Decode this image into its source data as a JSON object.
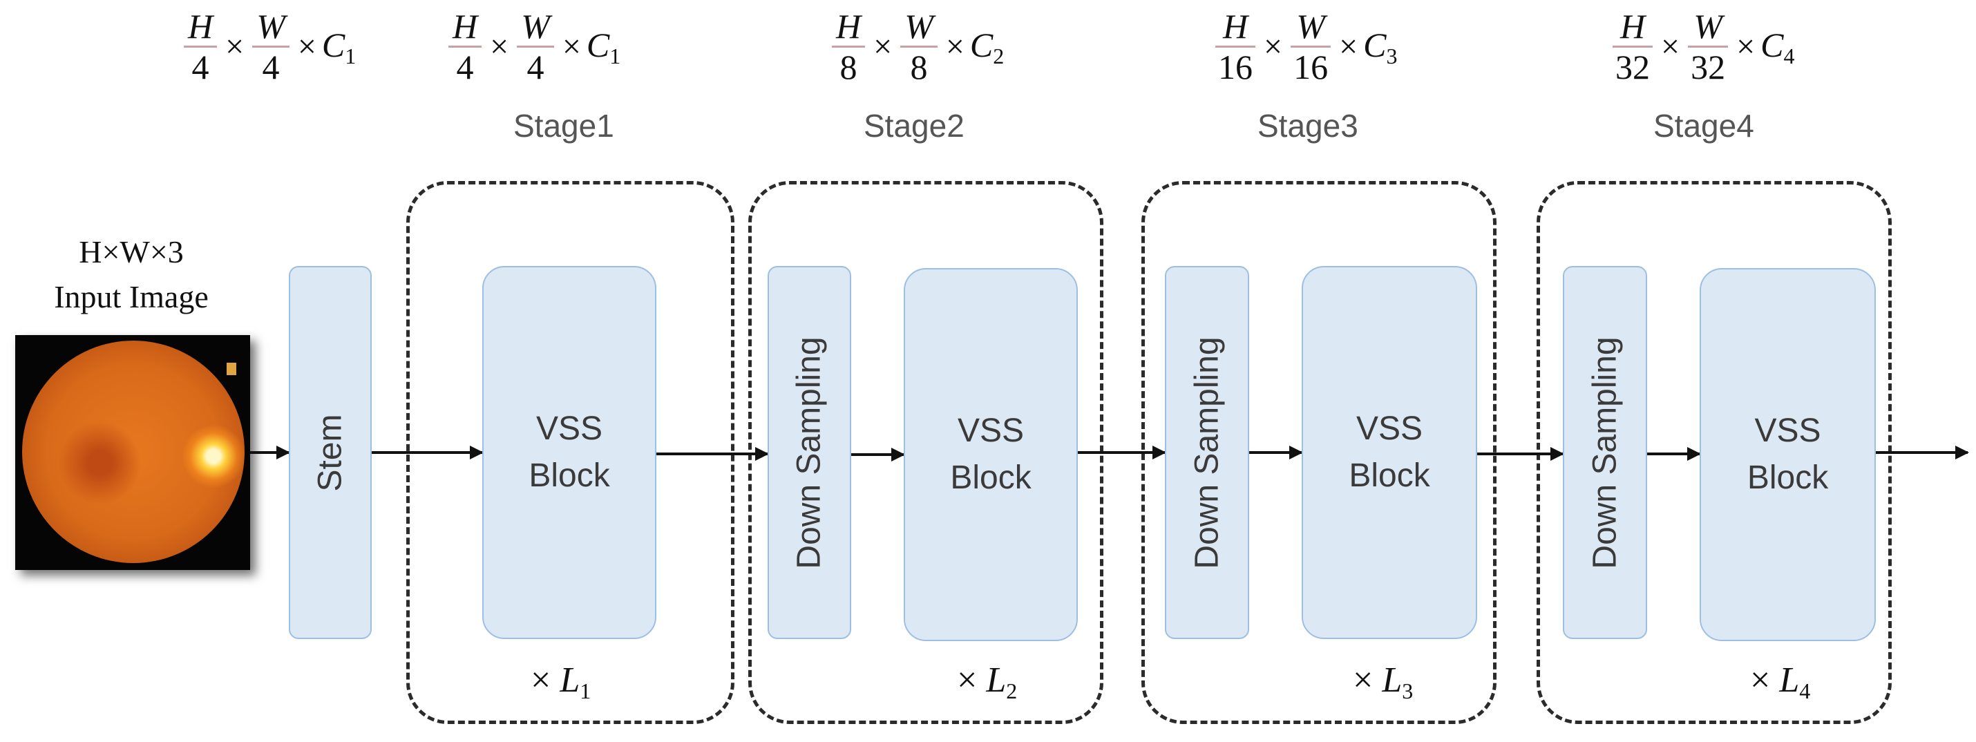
{
  "input": {
    "dims": "H×W×3",
    "label": "Input Image"
  },
  "stem": {
    "label": "Stem"
  },
  "header": {
    "stem_out": {
      "num1": "H",
      "den1": "4",
      "num2": "W",
      "den2": "4",
      "c": "C",
      "c_sub": "1"
    },
    "stage1": {
      "num1": "H",
      "den1": "4",
      "num2": "W",
      "den2": "4",
      "c": "C",
      "c_sub": "1"
    },
    "stage2": {
      "num1": "H",
      "den1": "8",
      "num2": "W",
      "den2": "8",
      "c": "C",
      "c_sub": "2"
    },
    "stage3": {
      "num1": "H",
      "den1": "16",
      "num2": "W",
      "den2": "16",
      "c": "C",
      "c_sub": "3"
    },
    "stage4": {
      "num1": "H",
      "den1": "32",
      "num2": "W",
      "den2": "32",
      "c": "C",
      "c_sub": "4"
    },
    "times": "×"
  },
  "stages": [
    {
      "name": "Stage1",
      "vss": "VSS\nBlock",
      "repeat_sym": "×",
      "repeat_var": "L",
      "repeat_sub": "1"
    },
    {
      "name": "Stage2",
      "down": "Down Sampling",
      "vss": "VSS\nBlock",
      "repeat_sym": "×",
      "repeat_var": "L",
      "repeat_sub": "2"
    },
    {
      "name": "Stage3",
      "down": "Down Sampling",
      "vss": "VSS\nBlock",
      "repeat_sym": "×",
      "repeat_var": "L",
      "repeat_sub": "3"
    },
    {
      "name": "Stage4",
      "down": "Down Sampling",
      "vss": "VSS\nBlock",
      "repeat_sym": "×",
      "repeat_var": "L",
      "repeat_sub": "4"
    }
  ],
  "colors": {
    "block_fill": "#dde8f5",
    "block_border": "#9dbfe3",
    "dashed_border": "#2b2b2b",
    "arrow": "#111111"
  }
}
